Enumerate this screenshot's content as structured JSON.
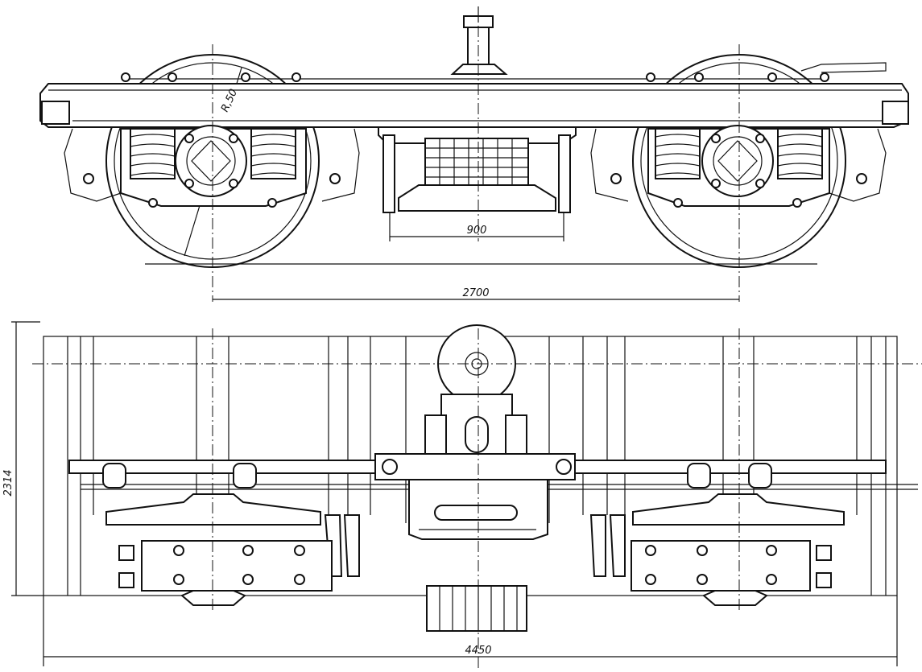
{
  "dimensions": {
    "radius": "R,50",
    "bolster_width": "900",
    "wheelbase": "2700",
    "height": "2314",
    "overall_length": "4450"
  }
}
